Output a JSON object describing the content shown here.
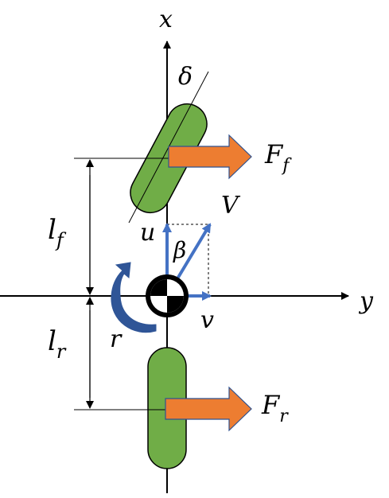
{
  "diagram": {
    "labels": {
      "x_axis": "x",
      "y_axis": "y",
      "steer_angle": "δ",
      "front_force": "F",
      "front_force_sub": "f",
      "rear_force": "F",
      "rear_force_sub": "r",
      "velocity": "V",
      "long_velocity": "u",
      "lat_velocity": "v",
      "slip_angle": "β",
      "yaw_rate": "r",
      "front_length": "l",
      "front_length_sub": "f",
      "rear_length": "l",
      "rear_length_sub": "r"
    },
    "colors": {
      "wheel_fill": "#70ad47",
      "wheel_stroke": "#000000",
      "force_arrow": "#ed7d31",
      "force_arrow_stroke": "#2f528f",
      "velocity_arrow": "#4472c4",
      "yaw_arrow": "#2f5597",
      "axis": "#000000"
    },
    "steer_angle_deg": 28
  }
}
